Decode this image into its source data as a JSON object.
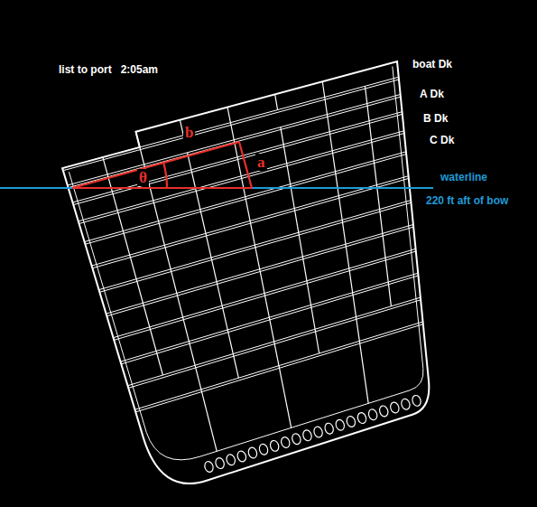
{
  "diagram": {
    "title": "list to port   2:05am",
    "labels": [
      "boat Dk",
      "A Dk",
      "B Dk",
      "C Dk",
      "waterline",
      "220 ft aft of bow",
      "b",
      "a",
      "θ"
    ]
  }
}
